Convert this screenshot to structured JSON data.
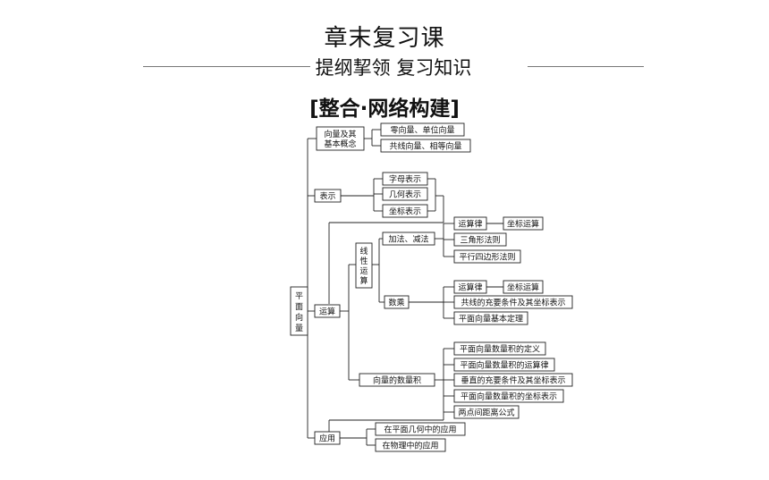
{
  "title": "章末复习课",
  "subtitle": "提纲挈领 复习知识",
  "section_title": "[整合·网络构建]",
  "nodes": {
    "root": [
      "平",
      "面",
      "向",
      "量"
    ],
    "concept": [
      "向量及其",
      "基本概念"
    ],
    "zero_unit": "零向量、单位向量",
    "collinear_equal": "共线向量、相等向量",
    "representation": "表示",
    "letter": "字母表示",
    "geometric": "几何表示",
    "coordinate": "坐标表示",
    "operations": "运算",
    "linear": [
      "线",
      "性",
      "运",
      "算"
    ],
    "add_sub": "加法、减法",
    "rule1": "运算律",
    "coord_op1": "坐标运算",
    "triangle": "三角形法则",
    "parallelogram": "平行四边形法则",
    "scalar": "数乘",
    "rule2": "运算律",
    "coord_op2": "坐标运算",
    "collinear_cond": "共线的充要条件及其坐标表示",
    "basic_theorem": "平面向量基本定理",
    "dot": "向量的数量积",
    "dot_def": "平面向量数量积的定义",
    "dot_rules": "平面向量数量积的运算律",
    "perp_cond": "垂直的充要条件及其坐标表示",
    "dot_coord": "平面向量数量积的坐标表示",
    "distance": "两点间距离公式",
    "application": "应用",
    "app_geo": "在平面几何中的应用",
    "app_phys": "在物理中的应用"
  }
}
